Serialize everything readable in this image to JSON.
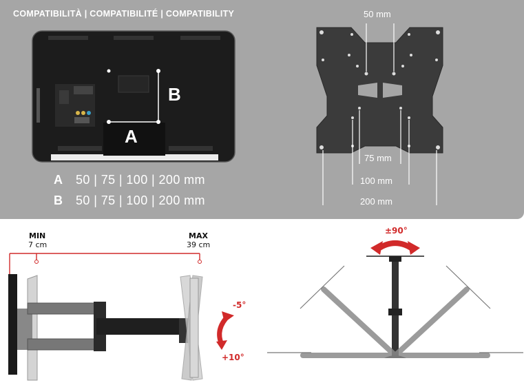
{
  "header": {
    "title": "COMPATIBILITÀ | COMPATIBILITÉ | COMPATIBILITY"
  },
  "tv": {
    "label_a": "A",
    "label_b": "B"
  },
  "compat": {
    "row_a": {
      "letter": "A",
      "values": "50 | 75 | 100 | 200 mm"
    },
    "row_b": {
      "letter": "B",
      "values": "50 | 75 | 100 | 200 mm"
    }
  },
  "plate": {
    "dim_50": "50 mm",
    "dim_75": "75 mm",
    "dim_100": "100 mm",
    "dim_200": "200 mm"
  },
  "extension": {
    "min_label": "MIN",
    "min_value": "7 cm",
    "max_label": "MAX",
    "max_value": "39 cm"
  },
  "tilt": {
    "up": "-5°",
    "down": "+10°"
  },
  "swivel": {
    "value": "±90°"
  },
  "colors": {
    "panel": "#a6a6a6",
    "accent": "#d12a2a",
    "text_light": "#ffffff"
  }
}
